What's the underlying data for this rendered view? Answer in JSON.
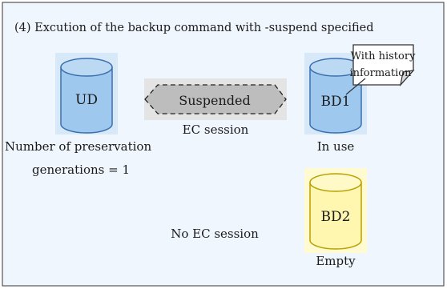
{
  "title": "(4)  Excution of the backup command with -suspend specified",
  "colors": {
    "panel_background": "#f0f6fd",
    "panel_border": "#555555",
    "cylinder_blue_fill": "#9fc8ee",
    "cylinder_blue_stroke": "#3a6fae",
    "cylinder_blue_halo": "#d7e8f8",
    "cylinder_yellow_fill": "#fff6b0",
    "cylinder_yellow_stroke": "#b8a000",
    "cylinder_yellow_halo": "#fffad0",
    "session_arrow_fill": "#bdbdbd",
    "session_arrow_stroke": "#222222",
    "callout_fill": "#ffffff",
    "callout_stroke": "#333333"
  },
  "volumes": {
    "ud": {
      "label": "UD"
    },
    "bd1": {
      "label": "BD1",
      "status": "In use"
    },
    "bd2": {
      "label": "BD2",
      "status": "Empty"
    }
  },
  "ec_session": {
    "state_label": "Suspended",
    "caption": "EC session"
  },
  "no_session_label": "No EC session",
  "preservation": {
    "line1": "Number of preservation",
    "line2": "generations = 1"
  },
  "callout": {
    "line1": "With history",
    "line2": "information"
  }
}
